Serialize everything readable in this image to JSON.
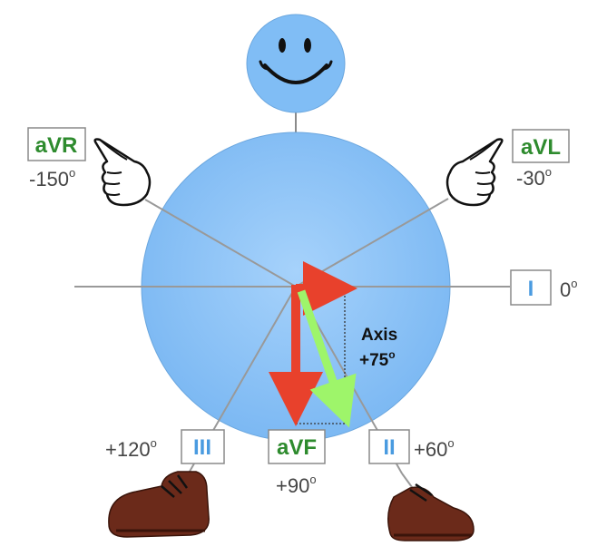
{
  "leads": {
    "avr": {
      "label": "aVR",
      "angle": "-150",
      "unit": "o"
    },
    "avl": {
      "label": "aVL",
      "angle": "-30",
      "unit": "o"
    },
    "lead_i": {
      "label": "I",
      "angle": "0",
      "unit": "o"
    },
    "lead_ii": {
      "label": "II",
      "angle": "+60",
      "unit": "o"
    },
    "lead_iii": {
      "label": "III",
      "angle": "+120",
      "unit": "o"
    },
    "avf": {
      "label": "aVF",
      "angle": "+90",
      "unit": "o"
    }
  },
  "axis": {
    "line1": "Axis",
    "line2": "+75",
    "unit": "o"
  },
  "colors": {
    "circle_fill": "#8ec4f8",
    "head_fill": "#80bdf5",
    "vector_red": "#e8412c",
    "vector_green": "#9ef56a",
    "lead_green": "#2e8b2e",
    "lead_blue": "#4a9be0",
    "shoe_brown": "#6b2a1a"
  },
  "icons": [
    "smiley-face-icon",
    "pointing-hand-icon",
    "shoe-icon"
  ]
}
